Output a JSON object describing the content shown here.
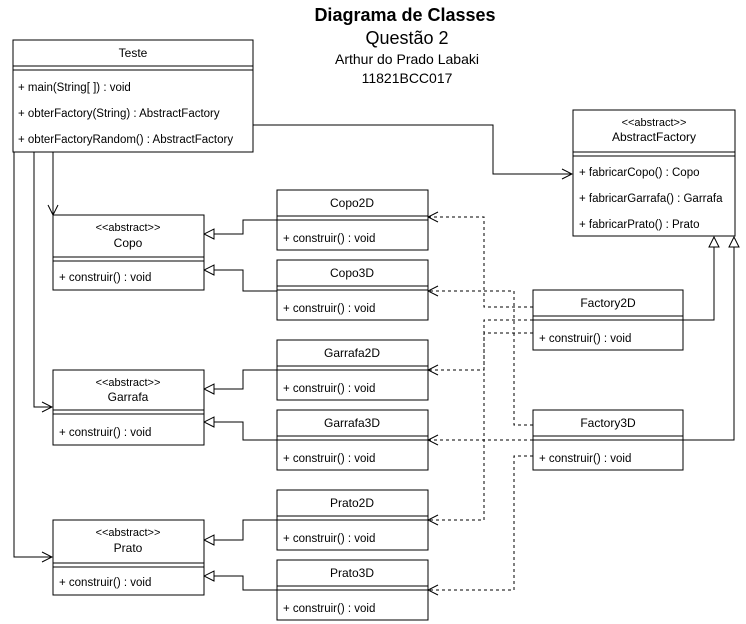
{
  "header": {
    "title": "Diagrama de Classes",
    "subtitle": "Questão 2",
    "author": "Arthur do Prado Labaki",
    "id": "11821BCC017"
  },
  "classes": {
    "teste": {
      "name": "Teste",
      "methods": [
        "+ main(String[ ]) : void",
        "+ obterFactory(String) : AbstractFactory",
        "+ obterFactoryRandom() : AbstractFactory"
      ]
    },
    "abstract_factory": {
      "stereotype": "<<abstract>>",
      "name": "AbstractFactory",
      "methods": [
        "+ fabricarCopo() : Copo",
        "+ fabricarGarrafa() : Garrafa",
        "+ fabricarPrato() : Prato"
      ]
    },
    "copo": {
      "stereotype": "<<abstract>>",
      "name": "Copo",
      "methods": [
        "+ construir() : void"
      ]
    },
    "garrafa": {
      "stereotype": "<<abstract>>",
      "name": "Garrafa",
      "methods": [
        "+ construir() : void"
      ]
    },
    "prato": {
      "stereotype": "<<abstract>>",
      "name": "Prato",
      "methods": [
        "+ construir() : void"
      ]
    },
    "copo2d": {
      "name": "Copo2D",
      "methods": [
        "+ construir() : void"
      ]
    },
    "copo3d": {
      "name": "Copo3D",
      "methods": [
        "+ construir() : void"
      ]
    },
    "garrafa2d": {
      "name": "Garrafa2D",
      "methods": [
        "+ construir() : void"
      ]
    },
    "garrafa3d": {
      "name": "Garrafa3D",
      "methods": [
        "+ construir() : void"
      ]
    },
    "prato2d": {
      "name": "Prato2D",
      "methods": [
        "+ construir() : void"
      ]
    },
    "prato3d": {
      "name": "Prato3D",
      "methods": [
        "+ construir() : void"
      ]
    },
    "factory2d": {
      "name": "Factory2D",
      "methods": [
        "+ construir() : void"
      ]
    },
    "factory3d": {
      "name": "Factory3D",
      "methods": [
        "+ construir() : void"
      ]
    }
  }
}
